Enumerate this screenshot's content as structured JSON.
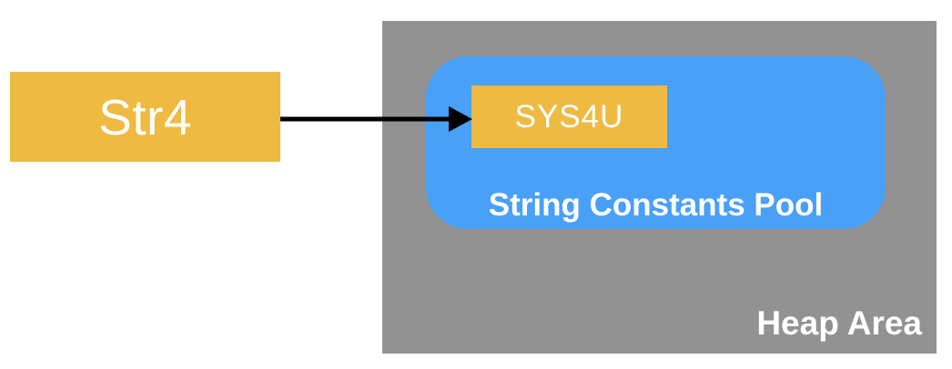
{
  "colors": {
    "box_yellow": "#EEBA42",
    "pool_blue": "#48A0F7",
    "heap_gray": "#929292",
    "arrow_black": "#000000",
    "label_white": "#FFFFFF"
  },
  "diagram": {
    "variable": {
      "label": "Str4"
    },
    "heap": {
      "label": "Heap Area",
      "pool": {
        "label": "String Constants Pool",
        "literal": {
          "label": "SYS4U"
        }
      }
    }
  }
}
